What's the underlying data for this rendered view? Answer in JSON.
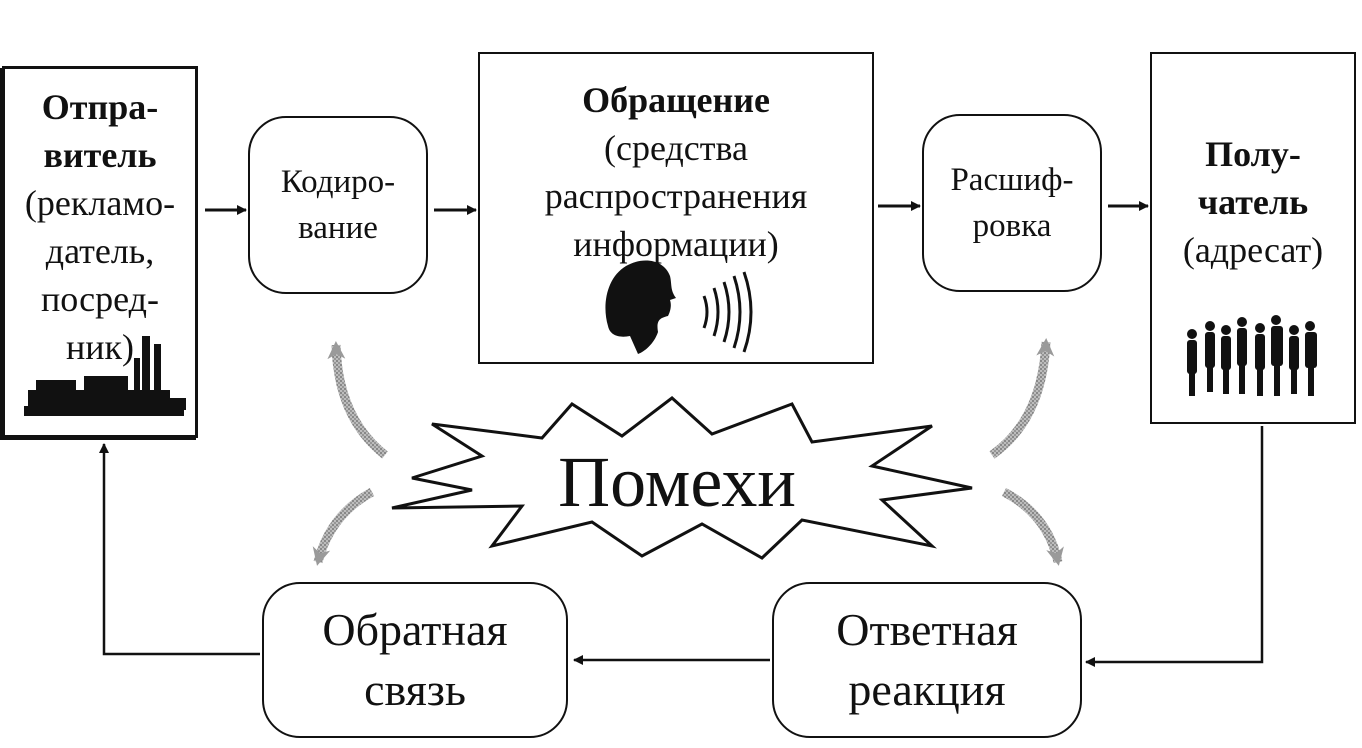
{
  "sender": {
    "title": [
      "Отпра-",
      "витель"
    ],
    "lines": [
      "(рекламо-",
      "датель,",
      "посред-",
      "ник)"
    ]
  },
  "encoding": {
    "lines": [
      "Кодиро-",
      "вание"
    ]
  },
  "message": {
    "title": "Обращение",
    "lines": [
      "(средства",
      "распространения",
      "информации)"
    ]
  },
  "decoding": {
    "lines": [
      "Расшиф-",
      "ровка"
    ]
  },
  "receiver": {
    "title": [
      "Полу-",
      "чатель"
    ],
    "lines": [
      "(адресат)"
    ]
  },
  "noise": {
    "label": "Помехи"
  },
  "feedback": {
    "lines": [
      "Обратная",
      "связь"
    ]
  },
  "response": {
    "lines": [
      "Ответная",
      "реакция"
    ]
  },
  "icons": [
    "factory-icon",
    "speaking-head-icon",
    "sound-waves-icon",
    "crowd-icon"
  ],
  "colors": {
    "ink": "#111111",
    "background": "#ffffff",
    "noise_arrows": "#9a9a9a"
  }
}
